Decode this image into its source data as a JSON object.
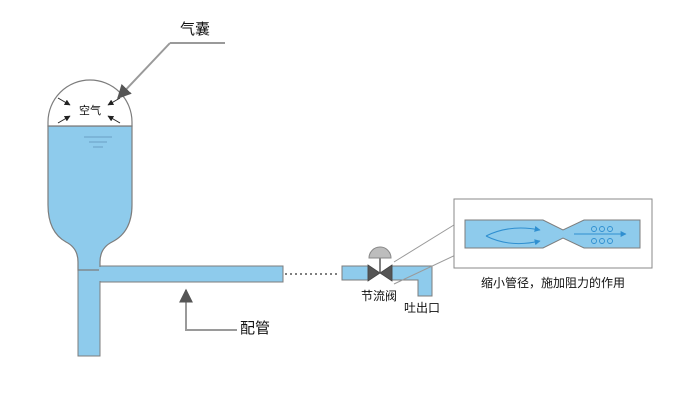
{
  "labels": {
    "airbag": "气囊",
    "air": "空气",
    "piping": "配管",
    "throttle_valve": "节流阀",
    "outlet": "吐出口",
    "caption": "缩小管径，施加阻力的作用"
  },
  "colors": {
    "water": "#8ecbec",
    "water_dark": "#6aaed6",
    "outline": "#7d7d7d",
    "pointer": "#9a9a9a",
    "valve_gray": "#bdbdbd",
    "arrow_blue": "#2f8fd0"
  }
}
